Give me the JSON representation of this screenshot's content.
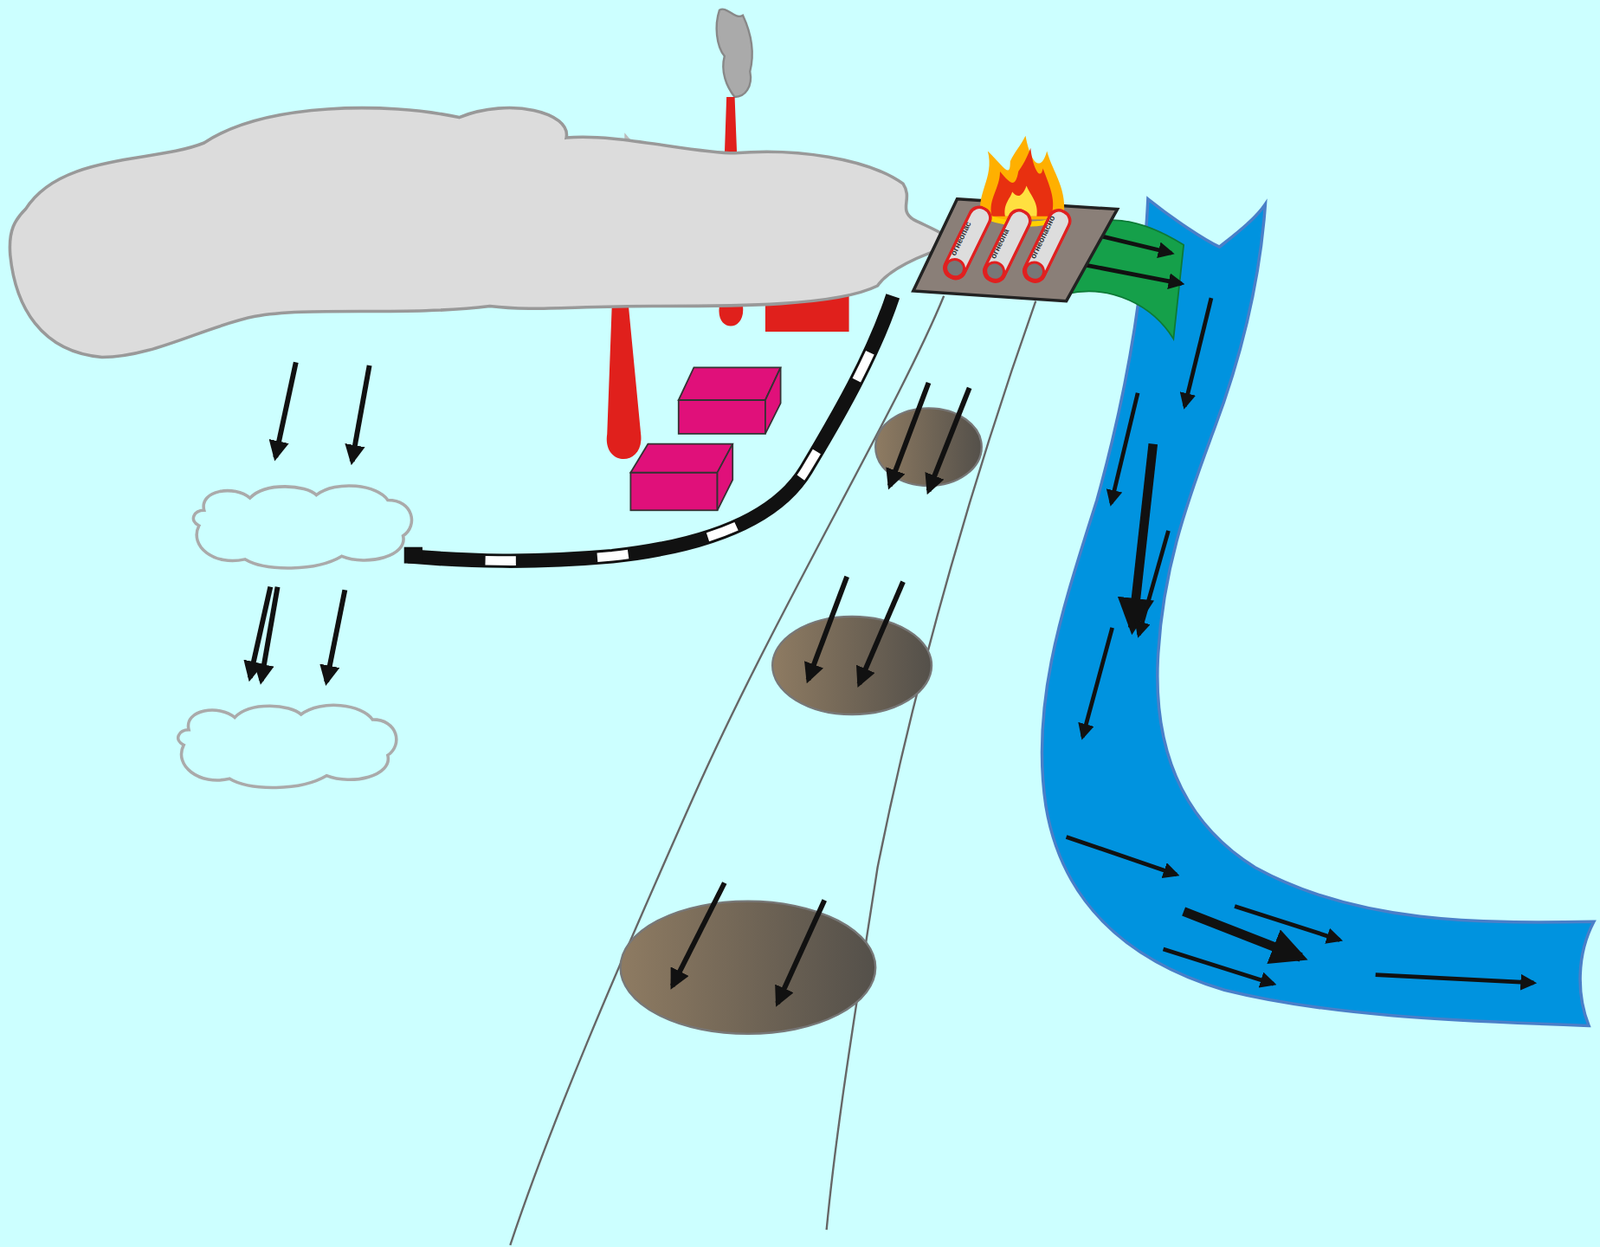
{
  "diagram": {
    "nodes": [
      {
        "text": [
          "огнеопас"
        ]
      },
      {
        "text": [
          "огнеопа"
        ]
      },
      {
        "text": [
          "огнеопасно"
        ]
      }
    ]
  }
}
